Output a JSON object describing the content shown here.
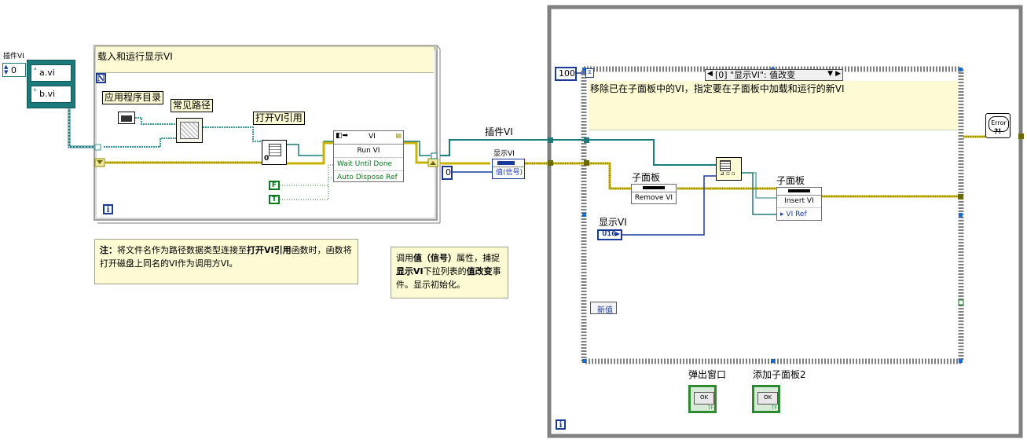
{
  "plugin_control": {
    "label": "插件VI",
    "index": "0",
    "items": [
      "a.vi",
      "b.vi"
    ]
  },
  "for_loop": {
    "count_terminal": "N",
    "info_terminal": "i"
  },
  "flat_sequence": {
    "header": "载入和运行显示VI"
  },
  "app_dir": {
    "label": "应用程序目录"
  },
  "common_path": {
    "label": "常见路径"
  },
  "open_vi_ref": {
    "label": "打开VI引用"
  },
  "invoke_node": {
    "class": "VI",
    "method": "Run VI",
    "params": [
      "Wait Until Done",
      "Auto Dispose Ref"
    ]
  },
  "bool_consts": [
    "F",
    "T"
  ],
  "note1": {
    "prefix": "注：",
    "text_a": "将文件名作为路径数据类型连接至",
    "bold": "打开VI引用",
    "text_b": "函数时，函数将打开磁盘上同名的VI作为调用方VI。"
  },
  "note2": {
    "text_a": "调用",
    "bold1": "值（信号）",
    "text_b": "属性，捕捉",
    "bold2": "显示VI",
    "text_c": "下拉列表的",
    "bold3": "值改变",
    "text_d": "事件。显示初始化。"
  },
  "display_prop": {
    "label": "显示VI",
    "property": "值(信号)"
  },
  "zero_const": "0",
  "wire_label": "插件VI",
  "while_loop": {
    "info_terminal": "i"
  },
  "timeout_const": "100",
  "event_struct": {
    "selector": "[0] \"显示VI\": 值改变",
    "comment": "移除已在子面板中的VI，指定要在子面板中加载和运行的新VI",
    "event_data": "新值"
  },
  "subpanel_remove": {
    "label": "子面板",
    "method": "Remove VI"
  },
  "subpanel_insert": {
    "label": "子面板",
    "method": "Insert VI",
    "param": "VI Ref"
  },
  "display_terminal": {
    "label": "显示VI",
    "type": "U16"
  },
  "error_handler": {
    "text": "Error"
  },
  "bottom_buttons": [
    {
      "label": "弹出窗口",
      "text": "OK",
      "tf": "TF"
    },
    {
      "label": "添加子面板2",
      "text": "OK",
      "tf": "TF"
    }
  ],
  "colors": {
    "wire_ref": "#1d7a7a",
    "wire_error": "#c8b400",
    "wire_path": "#3a9a9a",
    "wire_num": "#1a3a9a",
    "struct_border": "#808080",
    "note_bg": "#fdfbd4"
  }
}
